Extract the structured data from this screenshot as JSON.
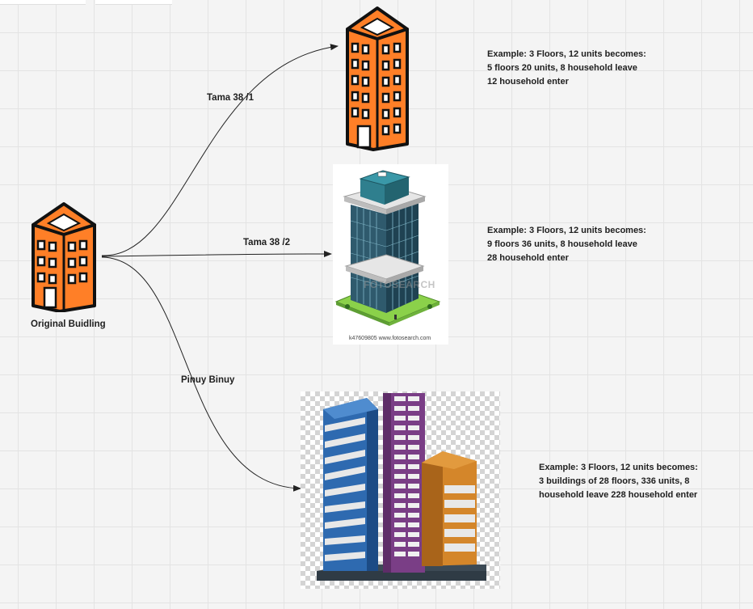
{
  "diagram": {
    "original_label": "Original Buidling",
    "arrows": [
      {
        "id": "tama-1",
        "label": "Tama 38 /1"
      },
      {
        "id": "tama-2",
        "label": "Tama 38 /2"
      },
      {
        "id": "pinuy",
        "label": "Pinuy Binuy"
      }
    ],
    "notes": [
      {
        "id": "tama-1-note",
        "lines": [
          "Example: 3 Floors, 12 units becomes:",
          "5 floors 20 units, 8 household leave",
          "12 household enter"
        ]
      },
      {
        "id": "tama-2-note",
        "lines": [
          "Example: 3 Floors, 12 units becomes:",
          "9 floors 36 units, 8 household leave",
          "28 household enter"
        ]
      },
      {
        "id": "pinuy-note",
        "lines": [
          "Example: 3 Floors, 12 units becomes:",
          "3 buildings of 28 floors, 336 units, 8",
          "household leave 228 household enter"
        ]
      }
    ],
    "stock_photo": {
      "caption": "k47609805  www.fotosearch.com",
      "watermark": "FOTOSEARCH"
    },
    "colors": {
      "building_orange": "#ff7f27",
      "building_outline": "#111111",
      "line": "#222222"
    }
  }
}
